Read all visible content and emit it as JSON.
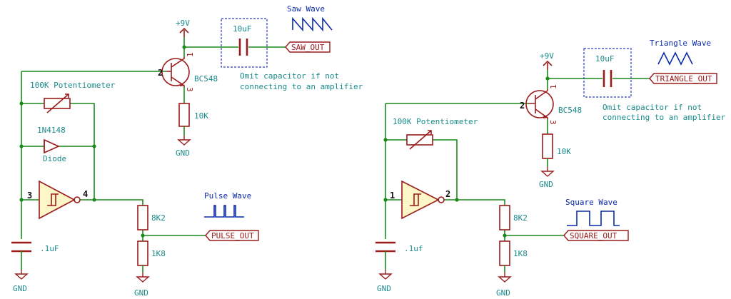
{
  "left": {
    "supply": "+9V",
    "cap_value": "10uF",
    "saw_title": "Saw Wave",
    "saw_out": "SAW_OUT",
    "transistor": "BC548",
    "pin2": "2",
    "pin1": "1",
    "pin3": "3",
    "omit_line1": "Omit capacitor if not",
    "omit_line2": "connecting to an amplifier",
    "pot_label": "100K Potentiometer",
    "diode_part": "1N4148",
    "diode_label": "Diode",
    "r_emitter": "10K",
    "gnd_emitter": "GND",
    "inv_in": "3",
    "inv_out": "4",
    "pulse_title": "Pulse Wave",
    "pulse_out": "PULSE_OUT",
    "r_top": "8K2",
    "r_bottom": "1K8",
    "cap_timing": ".1uF",
    "gnd_cap": "GND",
    "gnd_div": "GND"
  },
  "right": {
    "supply": "+9V",
    "cap_value": "10uF",
    "tri_title": "Triangle Wave",
    "tri_out": "TRIANGLE_OUT",
    "transistor": "BC548",
    "pin2": "2",
    "pin1": "1",
    "pin3": "3",
    "omit_line1": "Omit capacitor if not",
    "omit_line2": "connecting to an amplifier",
    "pot_label": "100K Potentiometer",
    "r_emitter": "10K",
    "gnd_emitter": "GND",
    "inv_in": "1",
    "inv_out": "2",
    "square_title": "Square Wave",
    "square_out": "SQUARE_OUT",
    "r_top": "8K2",
    "r_bottom": "1K8",
    "cap_timing": ".1uf",
    "gnd_cap": "GND",
    "gnd_div": "GND"
  },
  "colors": {
    "wire": "#1a8a1a",
    "component": "#9b1a1a",
    "label": "#1a8a8a",
    "waveform": "#0a2aa8"
  }
}
